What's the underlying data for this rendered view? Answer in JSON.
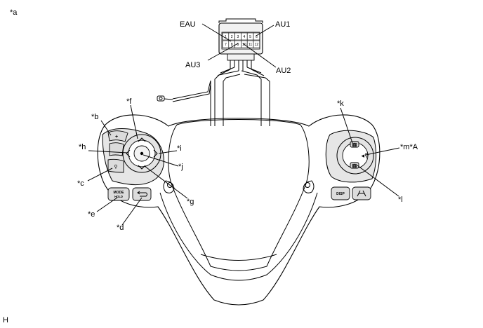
{
  "labels": {
    "a": "*a",
    "b": "*b",
    "c": "*c",
    "d": "*d",
    "e": "*e",
    "f": "*f",
    "g": "*g",
    "h": "*h",
    "i": "*i",
    "j": "*j",
    "k": "*k",
    "l": "*l",
    "mA": "*m*A",
    "corner": "H"
  },
  "connector": {
    "terminals": {
      "EAU": "EAU",
      "AU1": "AU1",
      "AU2": "AU2",
      "AU3": "AU3"
    },
    "pins_top": [
      "1",
      "2",
      "3",
      "4",
      "5",
      "6"
    ],
    "pins_bottom": [
      "7",
      "8",
      "9",
      "10",
      "11",
      "12"
    ]
  },
  "buttons": {
    "plus": "+",
    "mode_1": "MODE",
    "mode_2": "HOLD",
    "disp": "DISP"
  }
}
